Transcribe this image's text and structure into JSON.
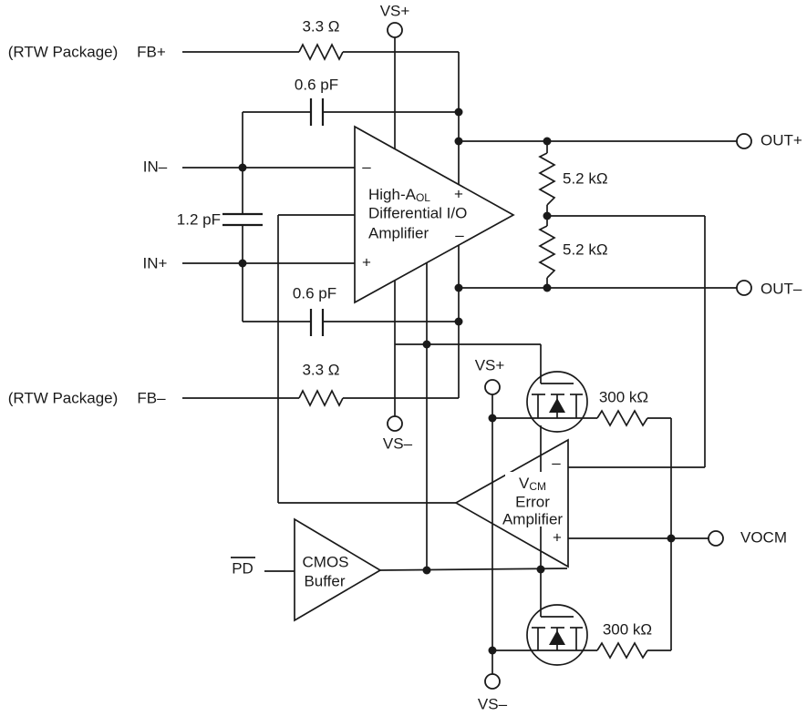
{
  "title": "High-AOL Differential I/O Amplifier functional block diagram (RTW Package)",
  "colors": {
    "line": "#1a1a1a",
    "background": "#ffffff"
  },
  "labels": {
    "vs_plus_top": "VS+",
    "rtw_top": "(RTW Package)",
    "fb_plus": "FB+",
    "r_top": "3.3 Ω",
    "c_top": "0.6 pF",
    "in_minus": "IN–",
    "c_mid": "1.2 pF",
    "in_plus": "IN+",
    "c_bot": "0.6 pF",
    "r_bot": "3.3 Ω",
    "rtw_bottom": "(RTW Package)",
    "fb_minus": "FB–",
    "vs_minus_mid": "VS–",
    "out_plus": "OUT+",
    "out_minus": "OUT–",
    "r_div1": "5.2 kΩ",
    "r_div2": "5.2 kΩ",
    "vs_plus_mid": "VS+",
    "r_pull_top": "300 kΩ",
    "r_pull_bot": "300 kΩ",
    "vocm": "VOCM",
    "vs_minus_bot": "VS–",
    "pd": "PD"
  },
  "main_amp": {
    "l1a": "High-A",
    "l1sub": "OL",
    "l2": "Differential I/O",
    "l3": "Amplifier",
    "out_plus": "+",
    "out_minus": "–",
    "in_minus": "–",
    "in_plus": "+"
  },
  "vcm_amp": {
    "l1a": "V",
    "l1sub": "CM",
    "l2": "Error",
    "l3": "Amplifier",
    "in_minus": "–",
    "in_plus": "+"
  },
  "cmos_buffer": {
    "l1": "CMOS",
    "l2": "Buffer"
  }
}
